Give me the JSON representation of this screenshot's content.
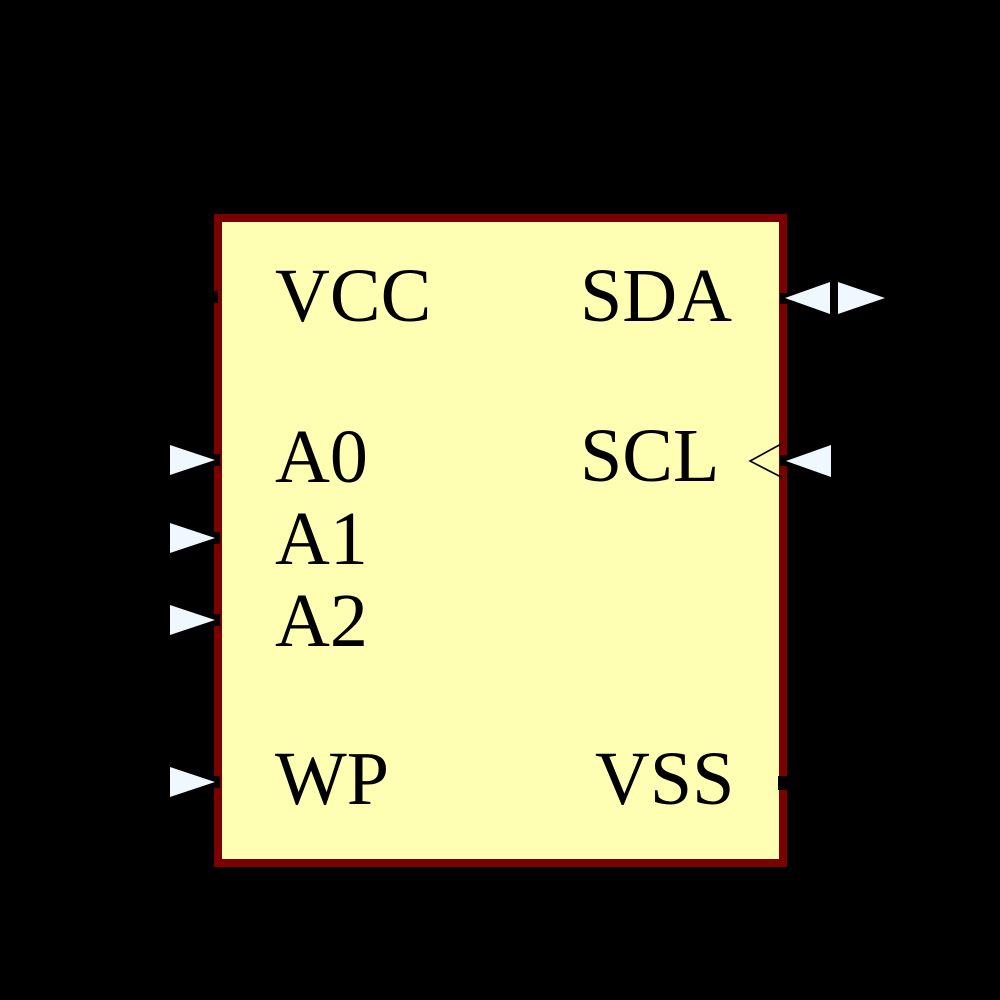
{
  "component": {
    "kind": "schematic-symbol",
    "pins": {
      "vcc": {
        "label": "VCC",
        "side": "left",
        "indicator": "stub"
      },
      "a0": {
        "label": "A0",
        "side": "left",
        "indicator": "input-arrow"
      },
      "a1": {
        "label": "A1",
        "side": "left",
        "indicator": "input-arrow"
      },
      "a2": {
        "label": "A2",
        "side": "left",
        "indicator": "input-arrow"
      },
      "wp": {
        "label": "WP",
        "side": "left",
        "indicator": "input-arrow"
      },
      "sda": {
        "label": "SDA",
        "side": "right",
        "indicator": "bidirectional-arrow"
      },
      "scl": {
        "label": "SCL",
        "side": "right",
        "indicator": "input-arrow-with-clock-mark"
      },
      "vss": {
        "label": "VSS",
        "side": "right",
        "indicator": "stub"
      }
    },
    "colors": {
      "background": "#000000",
      "body_fill": "#FFFFB3",
      "body_border": "#7B0000",
      "pin_arrow": "#F0F8FF",
      "label_text": "#000000"
    }
  }
}
